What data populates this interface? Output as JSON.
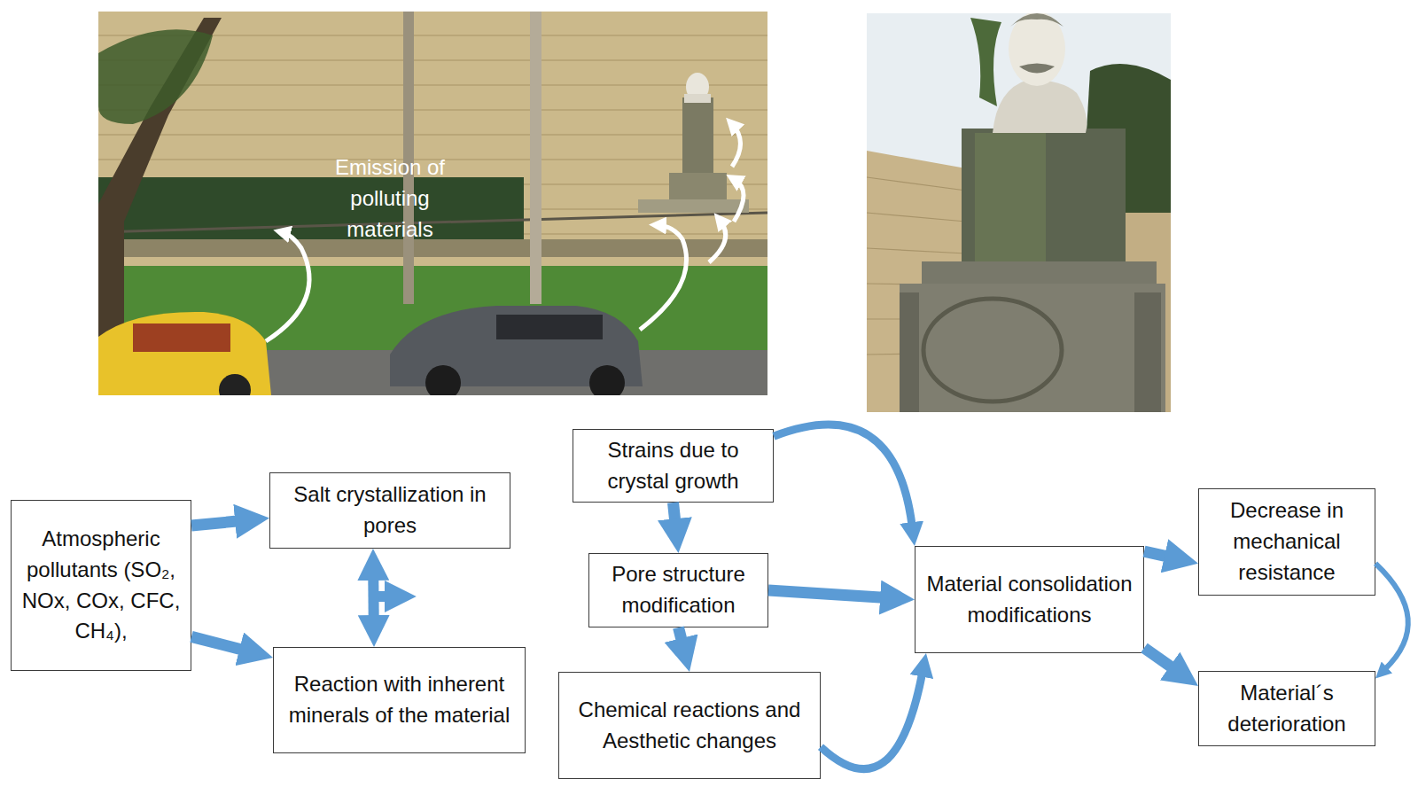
{
  "diagram": {
    "nodes": [
      {
        "text": [
          "Atmospheric pollutants (SO₂, NOx, COx, CFC, CH₄),"
        ]
      },
      {
        "text": [
          "Salt crystallization in pores"
        ]
      },
      {
        "text": [
          "Reaction with inherent minerals of the material"
        ]
      },
      {
        "text": [
          "Strains due to crystal growth"
        ]
      },
      {
        "text": [
          "Pore structure modification"
        ]
      },
      {
        "text": [
          "Chemical reactions and Aesthetic changes"
        ]
      },
      {
        "text": [
          "Material consolidation modifications"
        ]
      },
      {
        "text": [
          "Decrease in mechanical resistance"
        ]
      },
      {
        "text": [
          "Material´s deterioration"
        ]
      }
    ],
    "edges": [
      {
        "from": 0,
        "to": 1,
        "arrow": "to"
      },
      {
        "from": 0,
        "to": 2,
        "arrow": "to"
      },
      {
        "from": 1,
        "to": 2,
        "arrow": "both"
      },
      {
        "from": 3,
        "to": 4,
        "arrow": "to"
      },
      {
        "from": 4,
        "to": 5,
        "arrow": "to"
      },
      {
        "from": 3,
        "to": 6,
        "arrow": "to"
      },
      {
        "from": 4,
        "to": 6,
        "arrow": "to"
      },
      {
        "from": 5,
        "to": 6,
        "arrow": "to"
      },
      {
        "from": 6,
        "to": 7,
        "arrow": "to"
      },
      {
        "from": 6,
        "to": 8,
        "arrow": "to"
      },
      {
        "from": 7,
        "to": 8,
        "arrow": "to"
      }
    ],
    "labels": [
      "Emission of polluting materials"
    ]
  }
}
